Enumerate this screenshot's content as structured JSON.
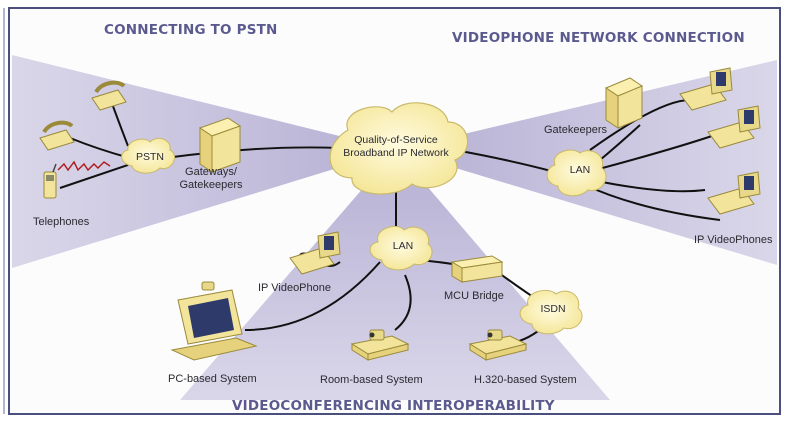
{
  "colors": {
    "frame": "#4a4f7d",
    "wedge": "#bcb6d8",
    "device": "#f2e49a",
    "cloud": "#fbf3b8",
    "title": "#5b5a8e"
  },
  "sections": {
    "pstn": "CONNECTING TO PSTN",
    "videophone": "VIDEOPHONE NETWORK CONNECTION",
    "conferencing": "VIDEOCONFERENCING INTEROPERABILITY"
  },
  "clouds": {
    "core": "Quality-of-Service Broadband IP Network",
    "pstn": "PSTN",
    "lan_right": "LAN",
    "lan_bottom": "LAN",
    "isdn": "ISDN"
  },
  "labels": {
    "telephones": "Telephones",
    "gateways": "Gateways/ Gatekeepers",
    "gatekeepers": "Gatekeepers",
    "ip_videophones": "IP VideoPhones",
    "ip_videophone": "IP VideoPhone",
    "mcu_bridge": "MCU Bridge",
    "pc_system": "PC-based System",
    "room_system": "Room-based System",
    "h320_system": "H.320-based System"
  },
  "icons": [
    "telephone-icon",
    "cellphone-icon",
    "server-icon",
    "videophone-icon",
    "monitor-icon",
    "camera-icon",
    "bridge-icon"
  ]
}
